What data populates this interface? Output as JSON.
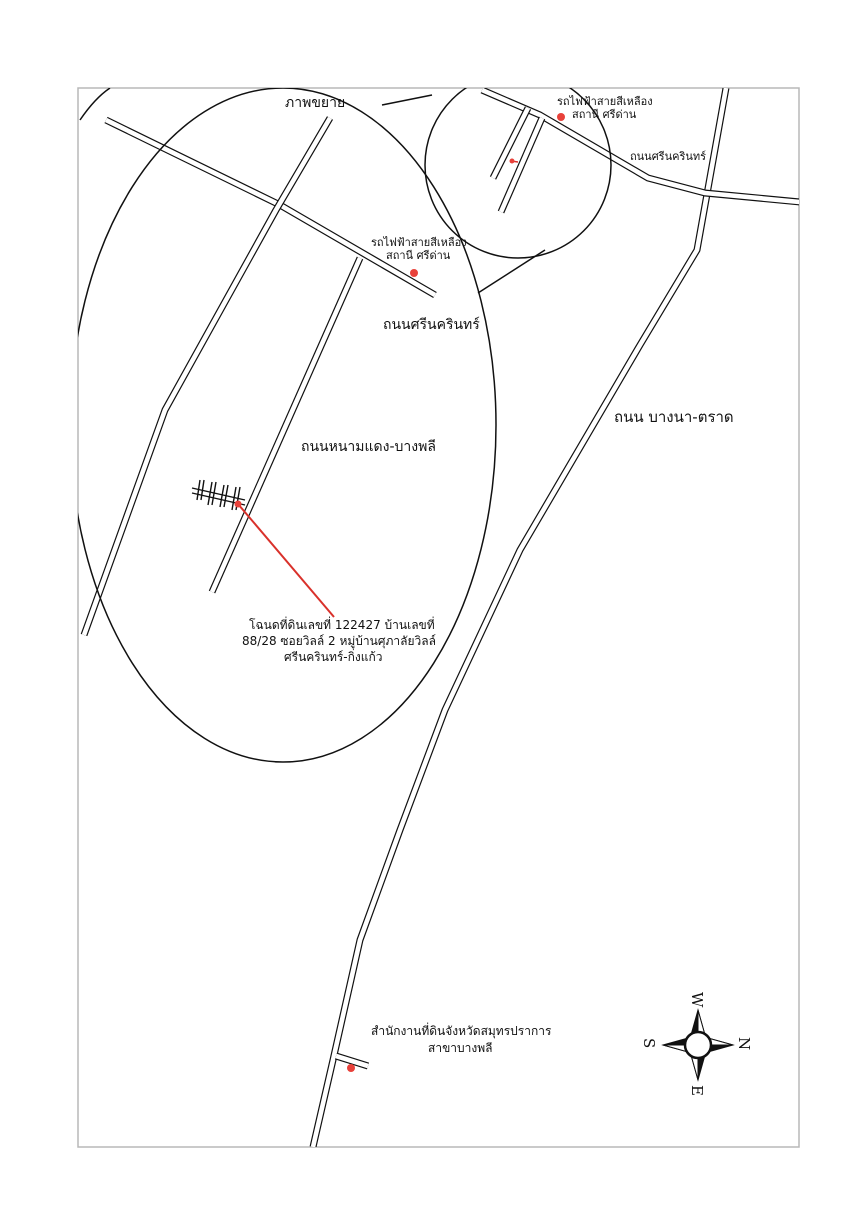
{
  "labels": {
    "zoom_label": "ภาพขยาย",
    "bts_station_inset_1": "รถไฟฟ้าสายสีเหลือง",
    "bts_station_inset_2": "สถานี ศรีด่าน",
    "srinakarin_inset": "ถนนศรีนครินทร์",
    "bts_station_main_1": "รถไฟฟ้าสายสีเหลือง",
    "bts_station_main_2": "สถานี ศรีด่าน",
    "srinakarin_main": "ถนนศรีนครินทร์",
    "bangna_trat": "ถนน บางนา-ตราด",
    "nongmaidaeng": "ถนนหนามแดง-บางพลี",
    "property_1": "โฉนดที่ดินเลขที่ 122427 บ้านเลขที่",
    "property_2": "88/28 ซอยวิลล์ 2 หมู่บ้านศุภาลัยวิลล์",
    "property_3": "ศรีนครินทร์-กิ่งแก้ว",
    "land_office_1": "สำนักงานที่ดินจังหวัดสมุทรปราการ",
    "land_office_2": "สาขาบางพลี"
  },
  "compass": {
    "north": "N",
    "south": "S",
    "east": "E",
    "west": "W"
  },
  "colors": {
    "marker": "#e8413a",
    "pointer": "#d9312b",
    "roads": "#111111",
    "frame": "#b8b8b8"
  }
}
